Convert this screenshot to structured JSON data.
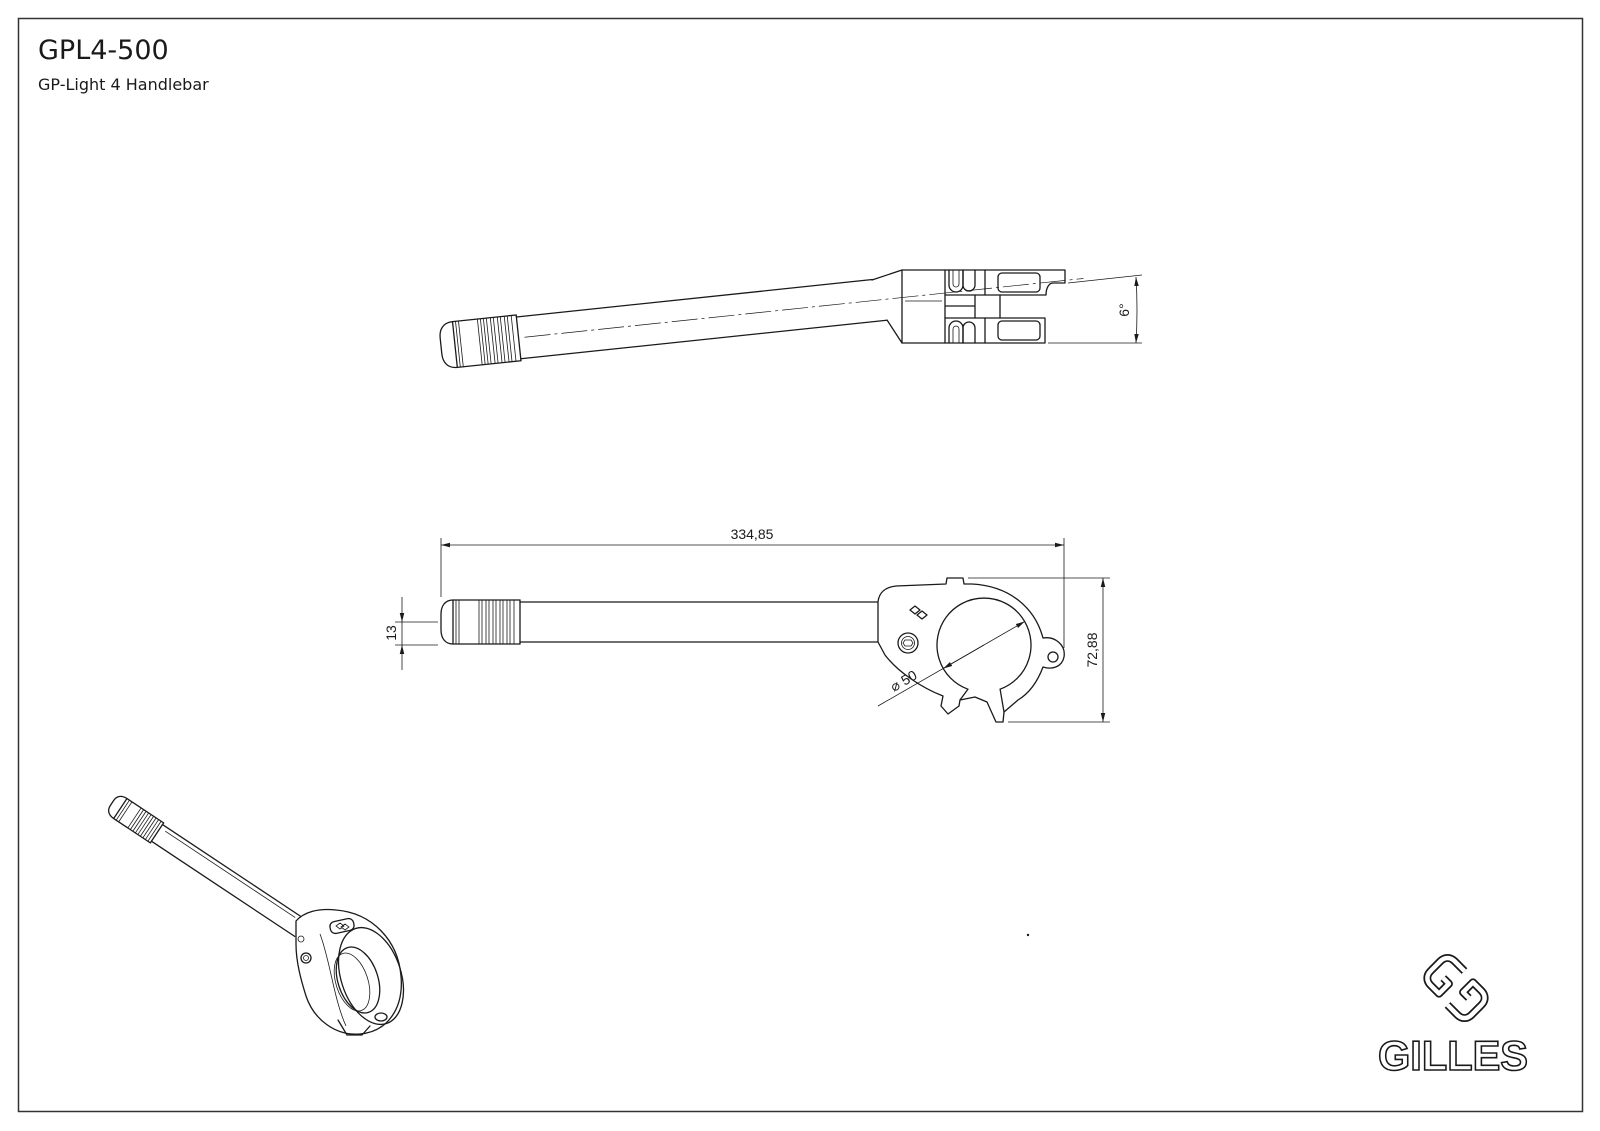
{
  "drawing": {
    "part_number": "GPL4-500",
    "part_name": "GP-Light 4 Handlebar"
  },
  "dimensions": {
    "bar_angle": "6°",
    "overall_length": "334,85",
    "axis_offset": "13",
    "clamp_height": "72,88",
    "clamp_diameter": "⌀ 50"
  },
  "logo": {
    "brand": "GILLES",
    "emblem_icon": "gilles-gg-emblem-icon"
  },
  "colors": {
    "line": "#1a1a1a",
    "background": "#ffffff",
    "frame": "#333333"
  }
}
